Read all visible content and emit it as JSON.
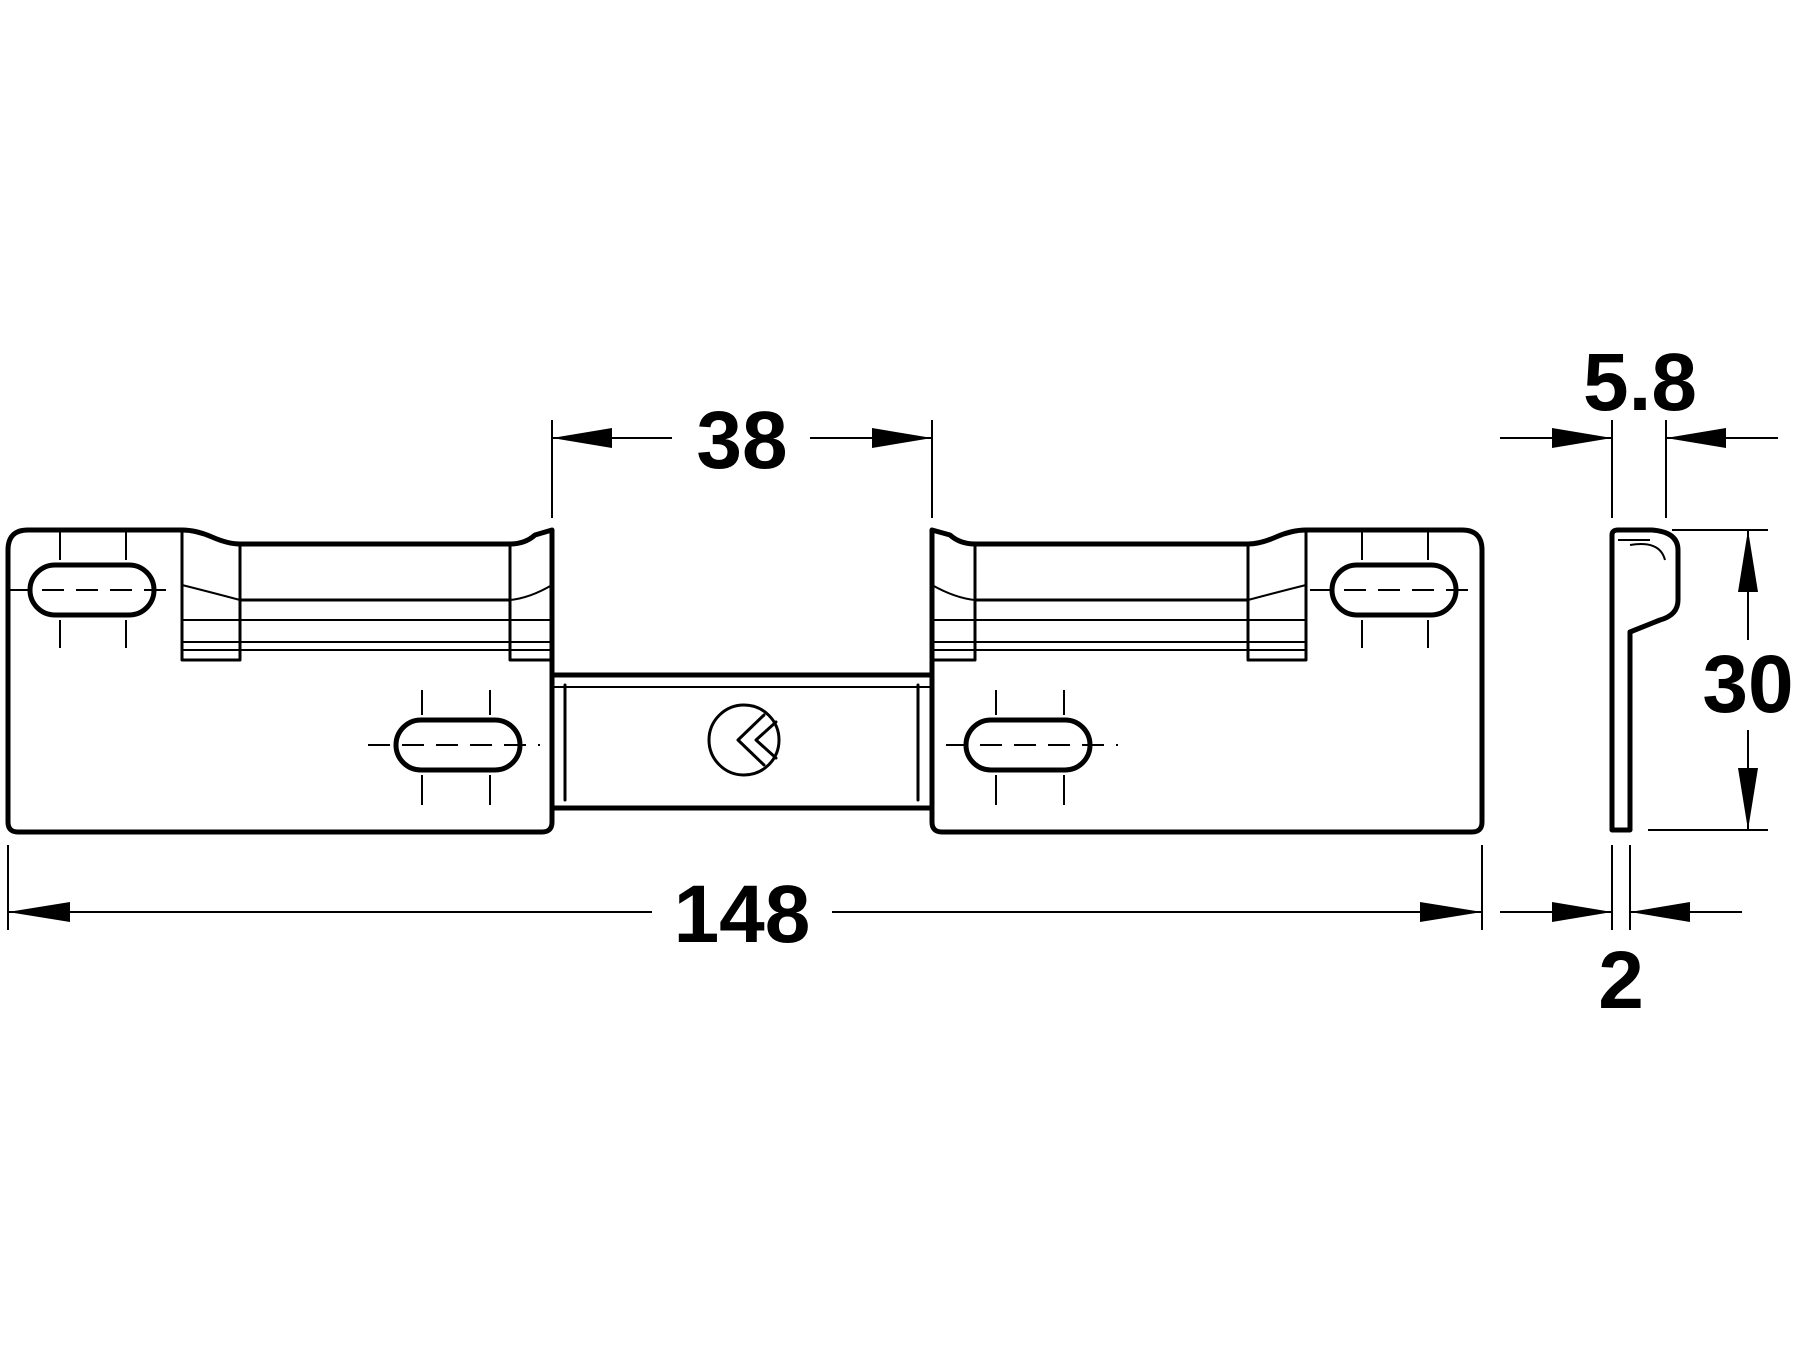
{
  "drawing": {
    "dimensions": {
      "slot_spacing": "38",
      "overall_length": "148",
      "depth": "5.8",
      "height": "30",
      "thickness": "2"
    },
    "icons": [
      "hafele-logo-icon"
    ]
  }
}
